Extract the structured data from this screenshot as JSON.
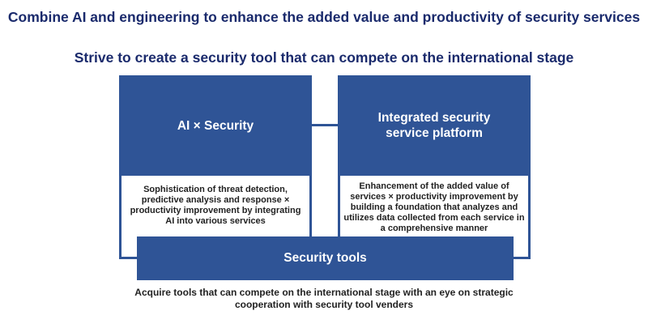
{
  "headings": {
    "line1": "Combine AI and engineering to enhance the added value and productivity of security services",
    "line2": "Strive to create a security tool that can compete on the international stage"
  },
  "blocks": {
    "left": {
      "title": "AI × Security",
      "description": "Sophistication of threat detection, predictive analysis and response × productivity improvement by integrating AI into various services"
    },
    "right": {
      "title": "Integrated security service platform",
      "description": "Enhancement of the added value of services × productivity improvement by building a foundation that analyzes and utilizes data collected from each service in a comprehensive manner"
    },
    "bottom": {
      "title": "Security tools",
      "description": "Acquire tools that can compete on the international stage with an eye on strategic cooperation with security tool venders"
    }
  },
  "colors": {
    "box": "#2f5496",
    "heading": "#1a2a6c"
  }
}
